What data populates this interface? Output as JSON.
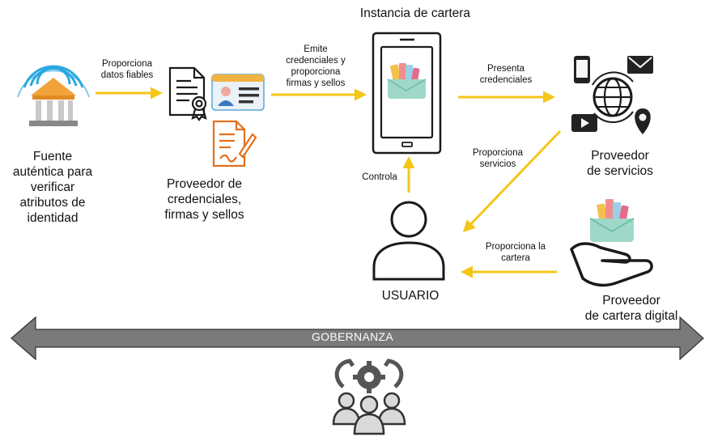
{
  "title": "Instancia de cartera",
  "nodes": {
    "source": "Fuente\nauténtica para\nverificar\natributos de\nidentidad",
    "credential_provider": "Proveedor de\ncredenciales,\nfirmas y sellos",
    "service_provider": "Proveedor\nde servicios",
    "wallet_provider": "Proveedor\nde cartera digital",
    "user": "USUARIO"
  },
  "edges": {
    "source_to_credential": "Proporciona\ndatos fiables",
    "credential_to_wallet": "Emite\ncredenciales y\nproporciona\nfirmas y sellos",
    "wallet_to_service": "Presenta\ncredenciales",
    "service_to_user": "Proporciona\nservicios",
    "user_to_wallet": "Controla",
    "wallet_provider_to_user": "Proporciona la\ncartera"
  },
  "governance": "GOBERNANZA",
  "colors": {
    "arrow": "#f5c518",
    "governance_bar": "#7a7a7a",
    "icon_dark": "#1a1a1a",
    "signal_blue": "#29a8e0",
    "bank_orange": "#f2a23a"
  },
  "icons": [
    "bank-signal-icon",
    "certificate-icon",
    "id-card-icon",
    "document-sign-icon",
    "smartphone-icon",
    "wallet-cards-icon",
    "network-services-icon",
    "user-icon",
    "hand-wallet-icon",
    "team-gear-icon"
  ]
}
